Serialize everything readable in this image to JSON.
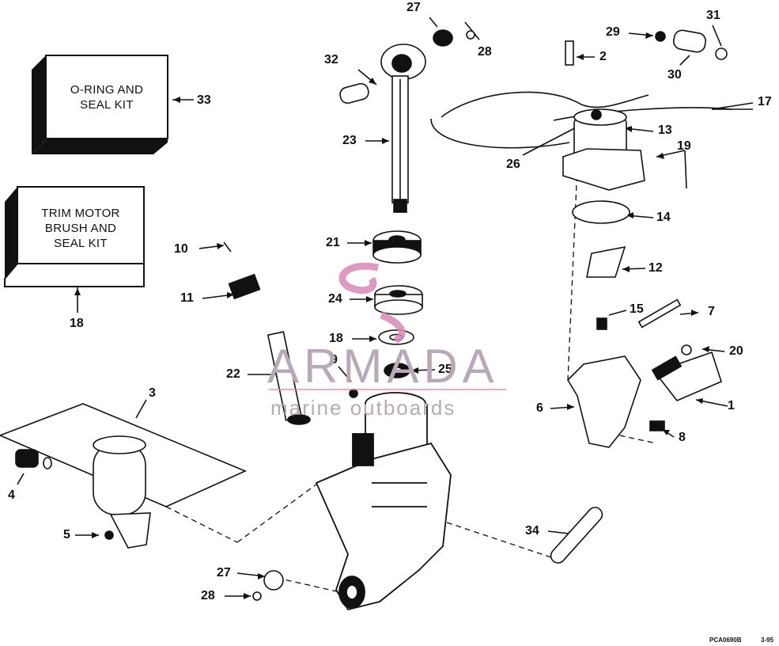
{
  "kits": {
    "oring": {
      "line1": "O-RING AND",
      "line2": "SEAL KIT",
      "callout": "33"
    },
    "trim": {
      "line1": "TRIM MOTOR",
      "line2": "BRUSH AND",
      "line3": "SEAL KIT",
      "callout": "18"
    }
  },
  "callouts": {
    "c1": "1",
    "c2": "2",
    "c3": "3",
    "c4": "4",
    "c5": "5",
    "c6": "6",
    "c7": "7",
    "c8": "8",
    "c9": "9",
    "c10": "10",
    "c11": "11",
    "c12": "12",
    "c13": "13",
    "c14": "14",
    "c15": "15",
    "c17": "17",
    "c18a": "18",
    "c19": "19",
    "c20": "20",
    "c21": "21",
    "c22": "22",
    "c23": "23",
    "c24": "24",
    "c25": "25",
    "c26": "26",
    "c27a": "27",
    "c27b": "27",
    "c28a": "28",
    "c28b": "28",
    "c29": "29",
    "c30": "30",
    "c31": "31",
    "c32": "32"
  },
  "c34": "34",
  "watermark": {
    "brand": "ARMADA",
    "tagline": "marine outboards"
  },
  "footer": {
    "code": "PCA0690B",
    "date": "3-95"
  }
}
